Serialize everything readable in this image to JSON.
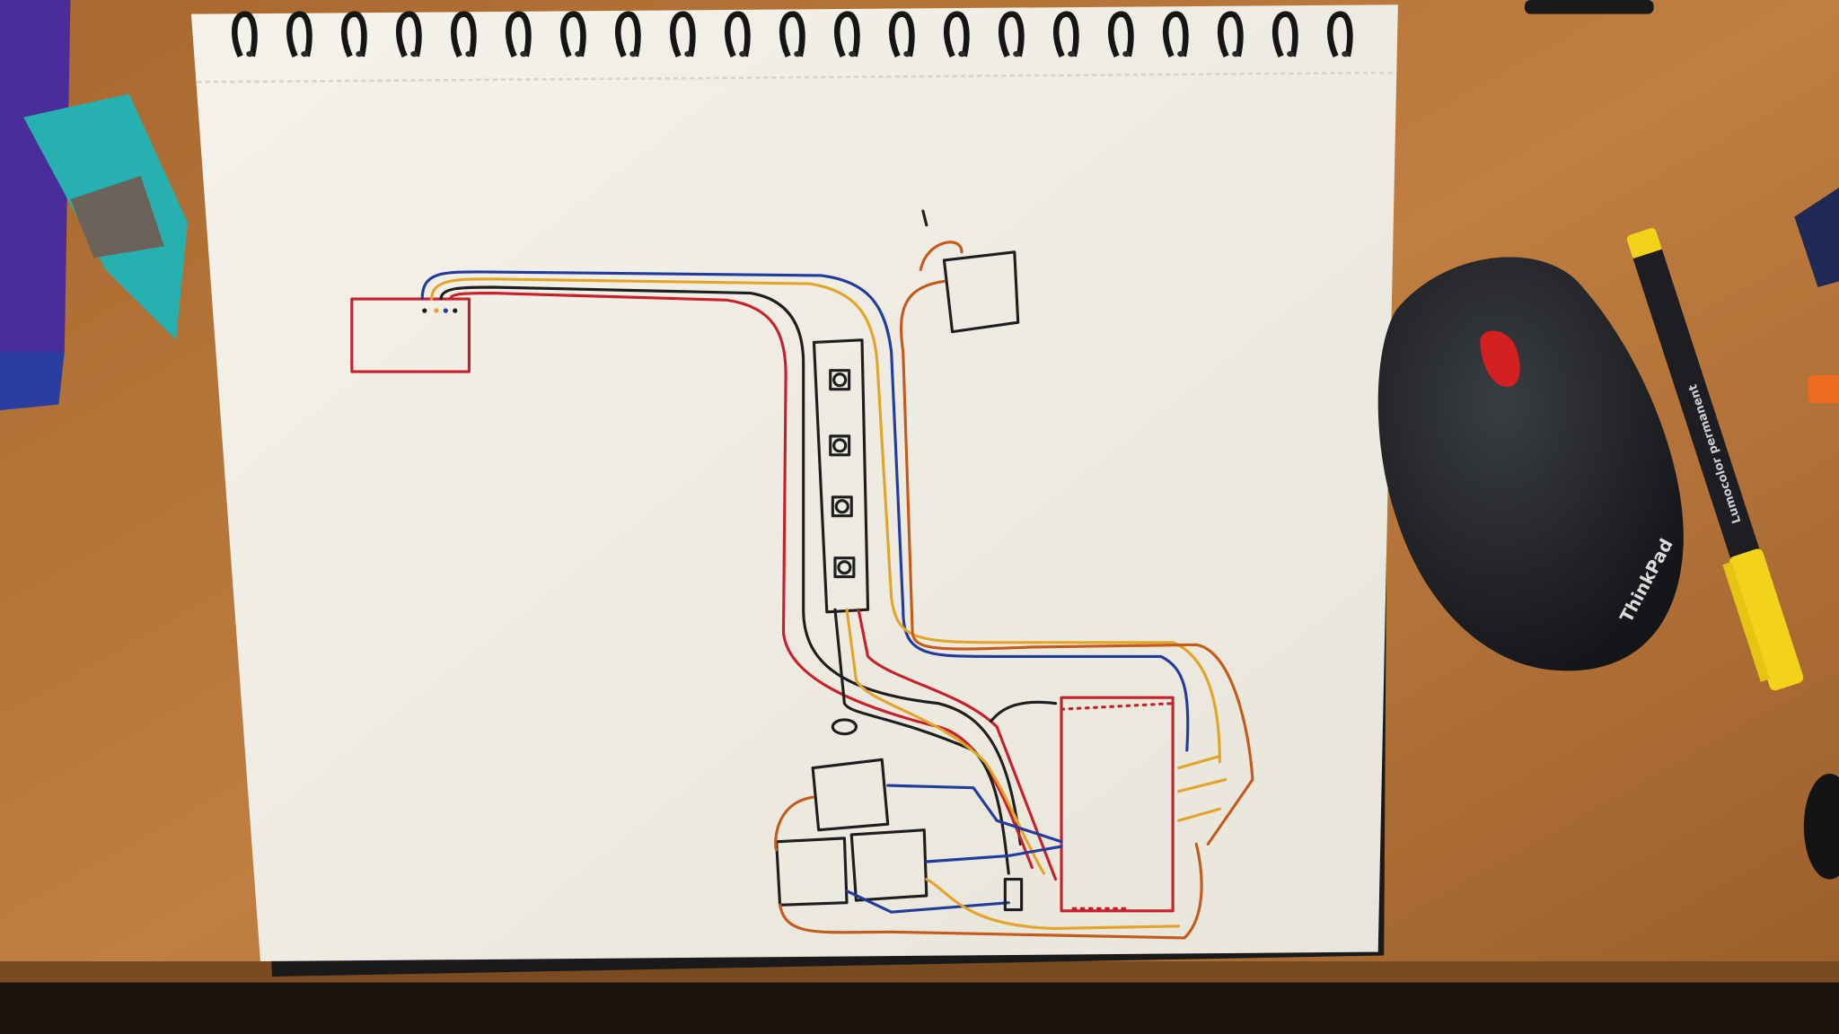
{
  "scene": {
    "description_type": "photo",
    "colors": {
      "desk": "#b8773c",
      "paper": "#f1efe6",
      "wire_red": "#c8202a",
      "wire_blue": "#233c9c",
      "wire_yellow": "#e2a52a",
      "wire_black": "#1e1e1e",
      "wire_orange": "#c45a1c",
      "mouse": "#26282c",
      "mouse_button": "#d42020",
      "marker_cap": "#f2d21a"
    }
  },
  "mouse": {
    "brand_logo": "ThinkPad"
  },
  "marker": {
    "brand_logo": "Lumocolor permanent"
  }
}
